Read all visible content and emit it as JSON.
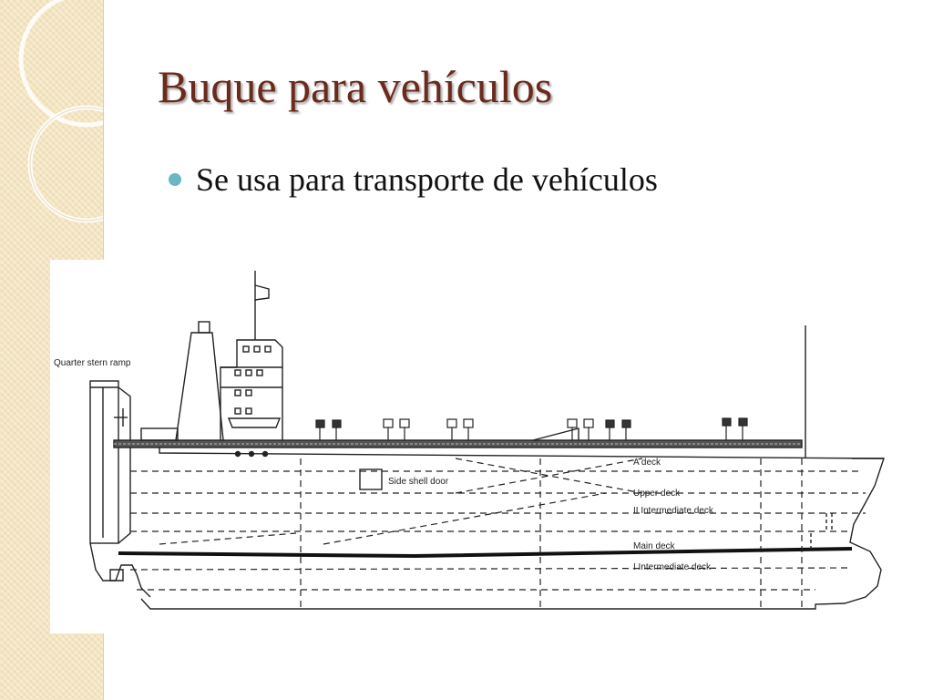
{
  "slide": {
    "title": "Buque para vehículos",
    "bullet": "Se usa para transporte de vehículos"
  },
  "diagram": {
    "labels": {
      "quarter_stern_ramp": "Quarter stern ramp",
      "side_shell_door": "Side shell door",
      "a_deck": "A deck",
      "upper_deck": "Upper deck",
      "ii_intermediate_deck": "II Intermediate deck",
      "main_deck": "Main deck",
      "i_intermediate_deck": "I Intermediate deck"
    }
  },
  "colors": {
    "title": "#6a2a1c",
    "bullet": "#6ab7c1",
    "left_band": "#f3e4bf"
  }
}
